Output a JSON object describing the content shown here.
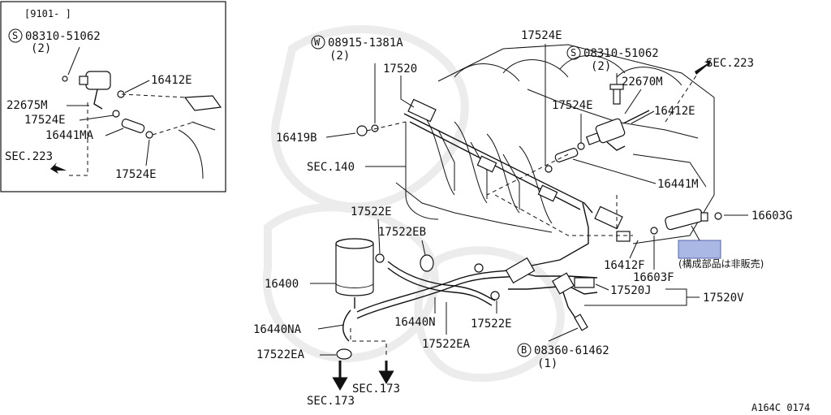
{
  "inset": {
    "date_code": "[9101-   ]",
    "bolt_code": "08310-51062",
    "bolt_qty": "(2)",
    "labels": [
      "22675M",
      "17524E",
      "16441MA",
      "16412E",
      "17524E"
    ],
    "sec": "SEC.223"
  },
  "main": {
    "washer_code": "08915-1381A",
    "washer_qty": "(2)",
    "bolt_s_code": "08310-51062",
    "bolt_s_qty": "(2)",
    "bolt_b_code": "08360-61462",
    "bolt_b_qty": "(1)",
    "labels": {
      "p17520": "17520",
      "p16419B": "16419B",
      "sec140": "SEC.140",
      "p17524E_top": "17524E",
      "p17524E_mid": "17524E",
      "p22670M": "22670M",
      "p16412E": "16412E",
      "sec223": "SEC.223",
      "p16441M": "16441M",
      "p16603G": "16603G",
      "note": "(構成部品は非販売)",
      "p16412F": "16412F",
      "p16603F": "16603F",
      "p17520J": "17520J",
      "p17520V": "17520V",
      "p17522E_top": "17522E",
      "p17522EB": "17522EB",
      "p16400": "16400",
      "p16440NA": "16440NA",
      "p16440N": "16440N",
      "p17522E_bot": "17522E",
      "p17522EA": "17522EA",
      "p17522EA_clamp": "17522EA",
      "sec173_a": "SEC.173",
      "sec173_b": "SEC.173"
    },
    "s_mark": "S",
    "w_mark": "W",
    "b_mark": "B"
  },
  "figure_code": "A164C 0174"
}
